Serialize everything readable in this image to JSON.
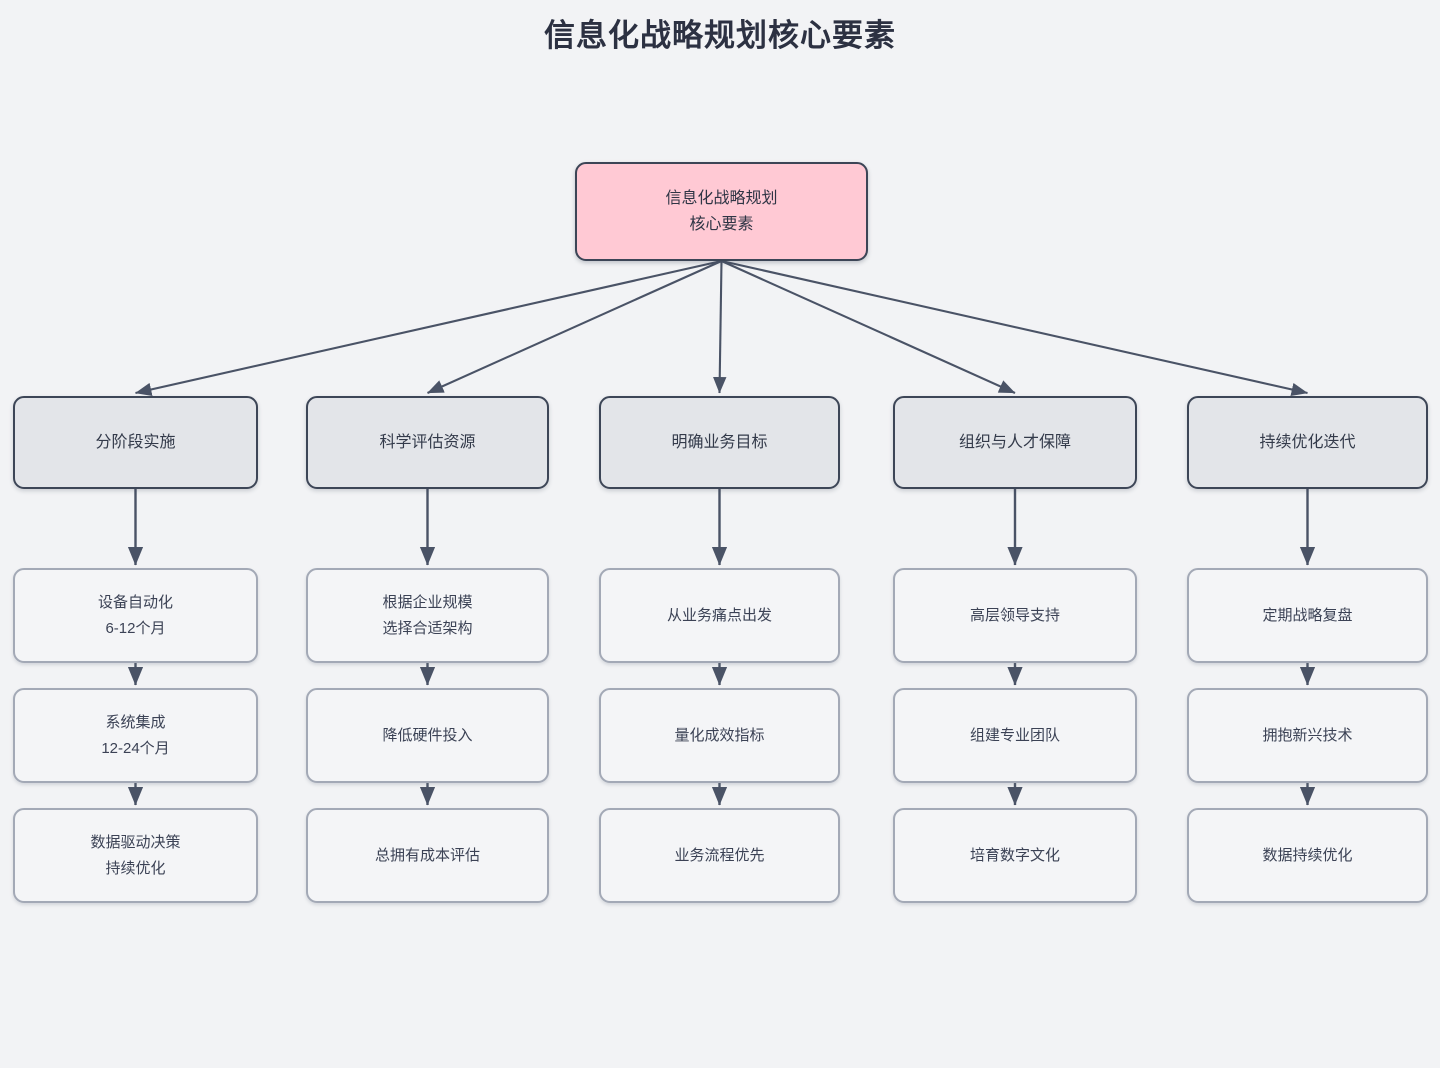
{
  "title": "信息化战略规划核心要素",
  "colors": {
    "background": "#f2f3f5",
    "root_fill": "#ffc9d4",
    "root_border": "#3c4556",
    "branch_fill": "#e3e5e9",
    "branch_border": "#3d4657",
    "leaf_fill": "#f4f5f7",
    "leaf_border": "#a3a9b6",
    "edge": "#4a5366",
    "title_text": "#2c3142"
  },
  "diagram": {
    "type": "tree",
    "root": {
      "label": "信息化战略规划\n核心要素",
      "line1": "信息化战略规划",
      "line2": "核心要素"
    },
    "branches": [
      {
        "label": "分阶段实施",
        "leaves": [
          {
            "label": "设备自动化\n6-12个月",
            "line1": "设备自动化",
            "line2": "6-12个月"
          },
          {
            "label": "系统集成\n12-24个月",
            "line1": "系统集成",
            "line2": "12-24个月"
          },
          {
            "label": "数据驱动决策\n持续优化",
            "line1": "数据驱动决策",
            "line2": "持续优化"
          }
        ]
      },
      {
        "label": "科学评估资源",
        "leaves": [
          {
            "label": "根据企业规模\n选择合适架构",
            "line1": "根据企业规模",
            "line2": "选择合适架构"
          },
          {
            "label": "降低硬件投入",
            "line1": "降低硬件投入",
            "line2": ""
          },
          {
            "label": "总拥有成本评估",
            "line1": "总拥有成本评估",
            "line2": ""
          }
        ]
      },
      {
        "label": "明确业务目标",
        "leaves": [
          {
            "label": "从业务痛点出发",
            "line1": "从业务痛点出发",
            "line2": ""
          },
          {
            "label": "量化成效指标",
            "line1": "量化成效指标",
            "line2": ""
          },
          {
            "label": "业务流程优先",
            "line1": "业务流程优先",
            "line2": ""
          }
        ]
      },
      {
        "label": "组织与人才保障",
        "leaves": [
          {
            "label": "高层领导支持",
            "line1": "高层领导支持",
            "line2": ""
          },
          {
            "label": "组建专业团队",
            "line1": "组建专业团队",
            "line2": ""
          },
          {
            "label": "培育数字文化",
            "line1": "培育数字文化",
            "line2": ""
          }
        ]
      },
      {
        "label": "持续优化迭代",
        "leaves": [
          {
            "label": "定期战略复盘",
            "line1": "定期战略复盘",
            "line2": ""
          },
          {
            "label": "拥抱新兴技术",
            "line1": "拥抱新兴技术",
            "line2": ""
          },
          {
            "label": "数据持续优化",
            "line1": "数据持续优化",
            "line2": ""
          }
        ]
      }
    ]
  }
}
